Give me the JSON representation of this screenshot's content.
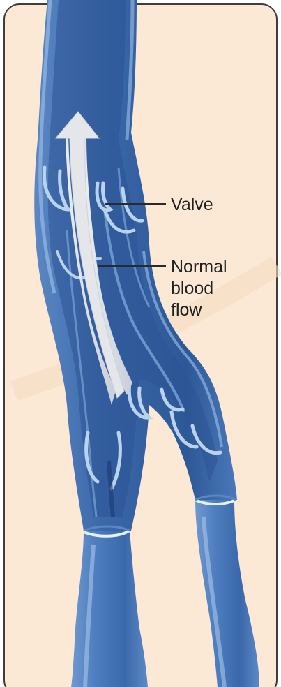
{
  "labels": {
    "valve": "Valve",
    "normal_blood_flow": [
      "Normal",
      "blood",
      "flow"
    ]
  },
  "colors": {
    "background": "#fbe9d6",
    "frame": "#3d3d3d",
    "vein_dark": "#2f5a9a",
    "vein_mid": "#4a78b8",
    "vein_light": "#8fb3e0",
    "valve_outline": "#b9d2ee",
    "flow_arrow": "#e4e6ea",
    "leader_line": "#2a2a2a",
    "text": "#1f1f1f"
  },
  "icons": {
    "flow_arrow": "upward-arrow-icon"
  }
}
